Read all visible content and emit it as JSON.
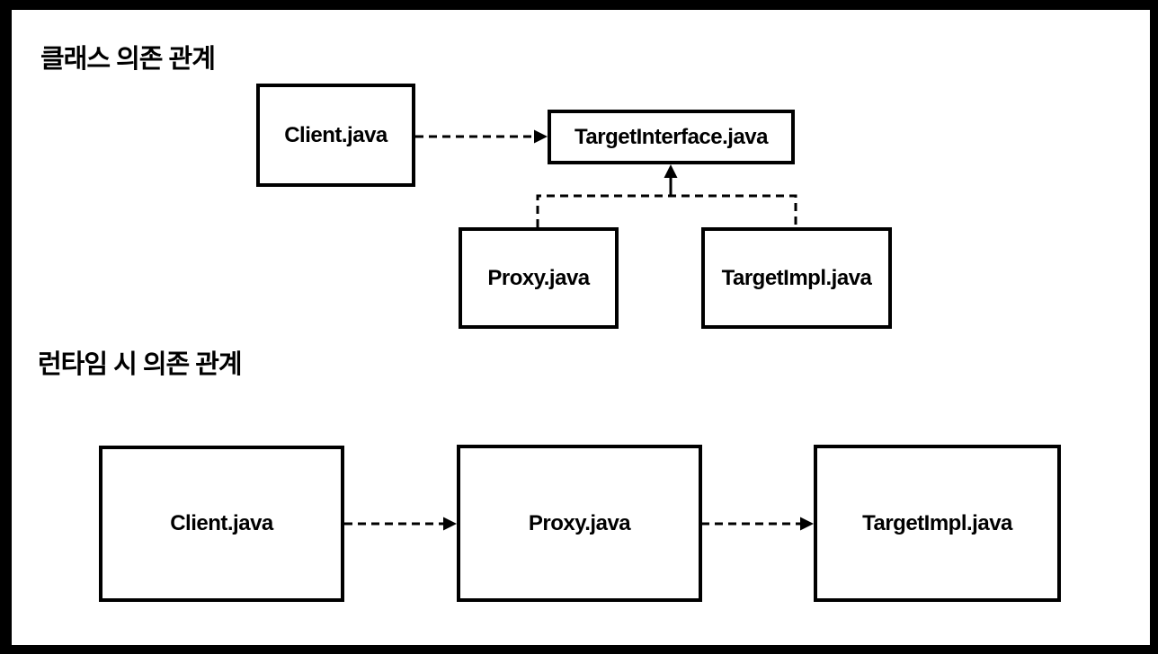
{
  "canvas": {
    "background_color": "#ffffff",
    "frame_color": "#000000",
    "line_color": "#000000"
  },
  "class_diagram": {
    "title": "클래스 의존 관계",
    "nodes": {
      "client": "Client.java",
      "target_interface": "TargetInterface.java",
      "proxy": "Proxy.java",
      "target_impl": "TargetImpl.java"
    },
    "edges": [
      {
        "from": "Client.java",
        "to": "TargetInterface.java",
        "style": "dashed-arrow"
      },
      {
        "from": "Proxy.java",
        "to": "TargetInterface.java",
        "style": "dashed-implements-arrow"
      },
      {
        "from": "TargetImpl.java",
        "to": "TargetInterface.java",
        "style": "dashed-implements-arrow"
      }
    ]
  },
  "runtime_diagram": {
    "title": "런타임 시 의존 관계",
    "nodes": {
      "client": "Client.java",
      "proxy": "Proxy.java",
      "target_impl": "TargetImpl.java"
    },
    "edges": [
      {
        "from": "Client.java",
        "to": "Proxy.java",
        "style": "dashed-arrow"
      },
      {
        "from": "Proxy.java",
        "to": "TargetImpl.java",
        "style": "dashed-arrow"
      }
    ]
  }
}
